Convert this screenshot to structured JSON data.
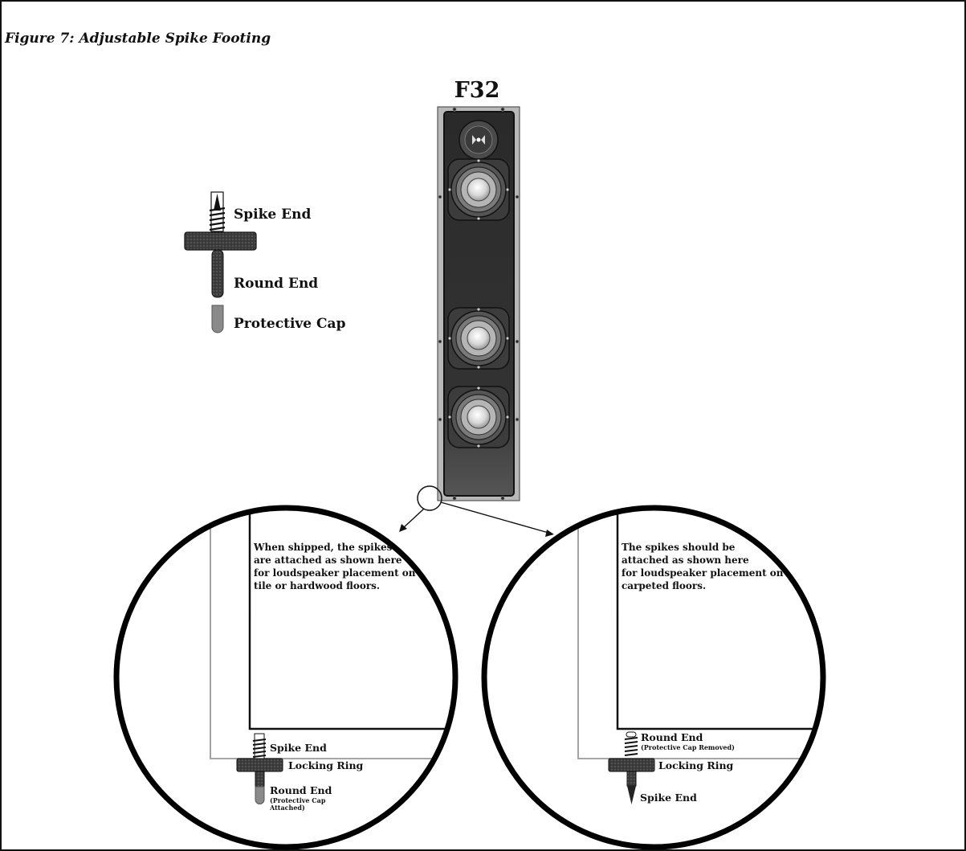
{
  "figure": {
    "caption": "Figure 7: Adjustable Spike Footing",
    "model": "F32"
  },
  "spike_legend": {
    "spike_end": "Spike End",
    "round_end": "Round End",
    "protective_cap": "Protective Cap"
  },
  "detail_left": {
    "note_lines": [
      "When shipped, the spikes",
      "are attached as shown here",
      "for loudspeaker placement on",
      "tile or hardwood floors."
    ],
    "spike_end": "Spike End",
    "locking_ring": "Locking Ring",
    "round_end": "Round End",
    "cap_note_lines": [
      "(Protective Cap",
      "Attached)"
    ]
  },
  "detail_right": {
    "note_lines": [
      "The spikes should be",
      "attached as shown here",
      "for loudspeaker placement on",
      "carpeted floors."
    ],
    "round_end": "Round End",
    "cap_note": "(Protective Cap Removed)",
    "locking_ring": "Locking Ring",
    "spike_end": "Spike End"
  },
  "colors": {
    "speaker_face": "#2e2e2e",
    "speaker_frame": "#a8a8a8",
    "ink": "#111111",
    "cap_gray": "#8a8a8a"
  }
}
